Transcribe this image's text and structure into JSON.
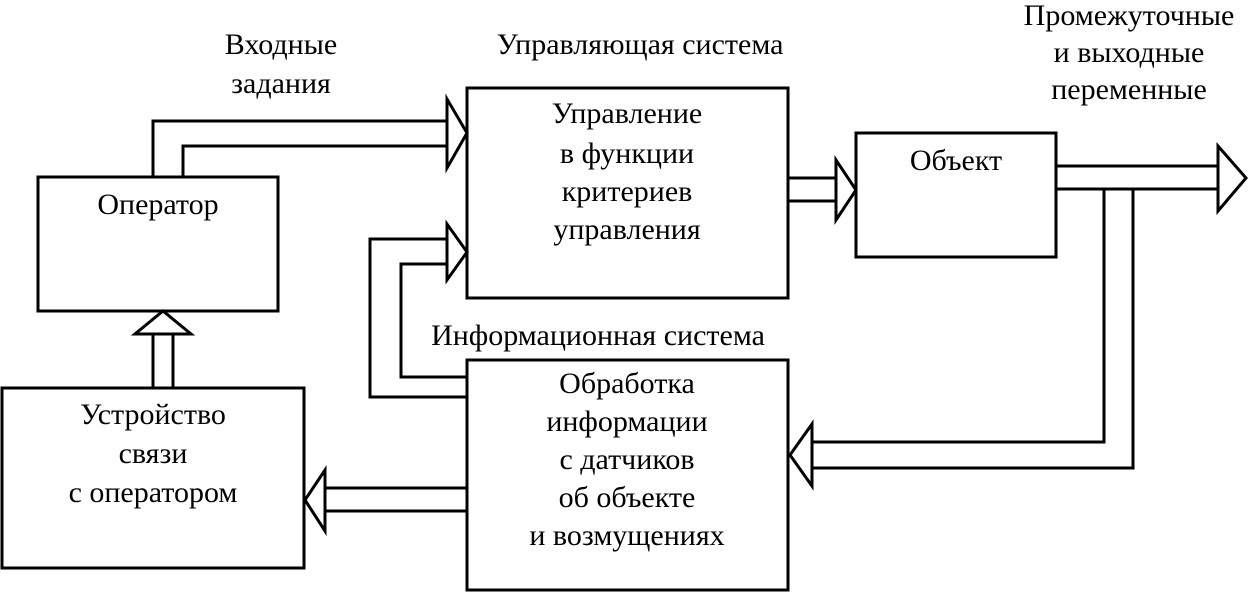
{
  "labels": {
    "input_tasks": [
      "Входные",
      "задания"
    ],
    "control_system": "Управляющая система",
    "intermediate_outputs": [
      "Промежуточные",
      "и выходные",
      "переменные"
    ],
    "information_system": "Информационная система"
  },
  "blocks": {
    "operator": "Оператор",
    "control": [
      "Управление",
      "в функции",
      "критериев",
      "управления"
    ],
    "object": "Объект",
    "processing": [
      "Обработка",
      "информации",
      "с датчиков",
      "об объекте",
      "и возмущениях"
    ],
    "comm_device": [
      "Устройство",
      "связи",
      "с оператором"
    ]
  }
}
